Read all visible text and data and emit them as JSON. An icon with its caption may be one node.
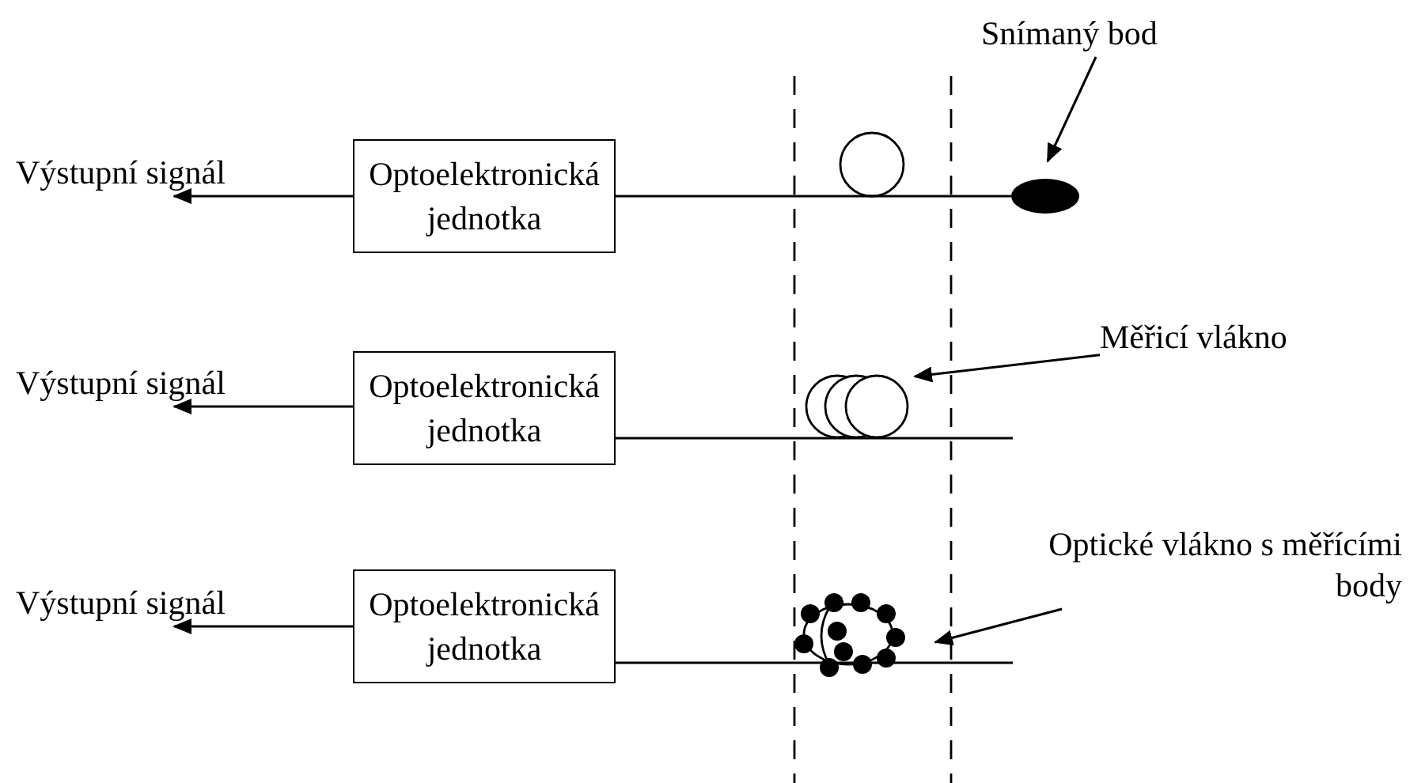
{
  "diagram": {
    "nodes": [
      {
        "text": [
          "Snímaný bod"
        ]
      },
      {
        "text": [
          "Výstupní signál"
        ]
      },
      {
        "text": [
          "Optoelektronická jednotka"
        ]
      },
      {
        "text": [],
        "shape": "ellipse"
      },
      {
        "text": [
          "Měřicí vlákno"
        ]
      },
      {
        "text": [
          "Výstupní signál"
        ]
      },
      {
        "text": [
          "Optoelektronická jednotka"
        ]
      },
      {
        "text": [],
        "shape": "coil"
      },
      {
        "text": [
          "Optické vlákno s měřícími body"
        ]
      },
      {
        "text": [
          "Výstupní signál"
        ]
      },
      {
        "text": [
          "Optoelektronická jednotka"
        ]
      },
      {
        "text": [],
        "shape": "coil"
      }
    ],
    "edges": [
      {
        "from": 2,
        "to": 1,
        "arrow": "to"
      },
      {
        "from": 2,
        "to": 3,
        "arrow": "none"
      },
      {
        "from": 0,
        "to": 3,
        "arrow": "to"
      },
      {
        "from": 6,
        "to": 5,
        "arrow": "to"
      },
      {
        "from": 6,
        "to": null,
        "arrow": "none"
      },
      {
        "from": 4,
        "to": 7,
        "arrow": "to"
      },
      {
        "from": 10,
        "to": 9,
        "arrow": "to"
      },
      {
        "from": 10,
        "to": null,
        "arrow": "none"
      },
      {
        "from": 8,
        "to": 11,
        "arrow": "to"
      }
    ]
  }
}
